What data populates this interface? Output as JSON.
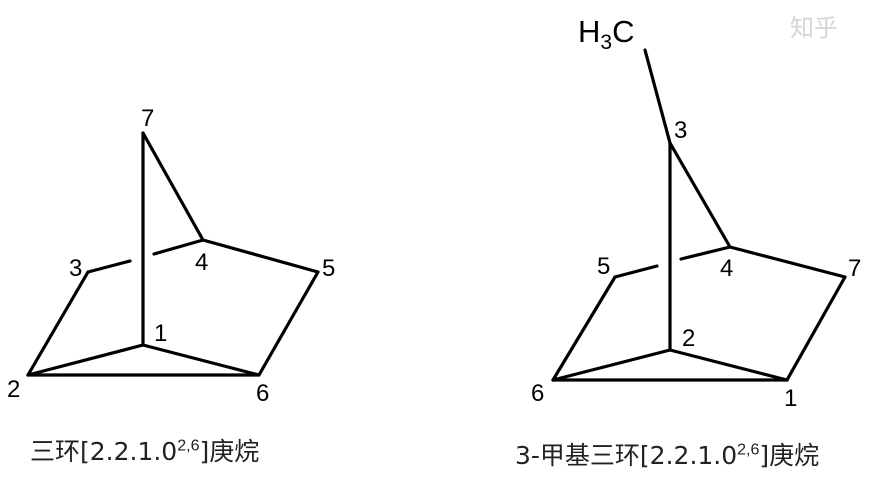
{
  "left": {
    "name_prefix": "三环[2.2.1.0",
    "name_sup": "2,6",
    "name_suffix": "]庚烷",
    "labels": {
      "c1": "1",
      "c2": "2",
      "c3": "3",
      "c4": "4",
      "c5": "5",
      "c6": "6",
      "c7": "7"
    }
  },
  "right": {
    "substituent_h": "H",
    "substituent_sub": "3",
    "substituent_c": "C",
    "name_prefix": "3-甲基三环[2.2.1.0",
    "name_sup": "2,6",
    "name_suffix": "]庚烷",
    "labels": {
      "c1": "1",
      "c2": "2",
      "c3": "3",
      "c4": "4",
      "c5": "5",
      "c6": "6",
      "c7": "7"
    }
  },
  "watermark": "知乎"
}
